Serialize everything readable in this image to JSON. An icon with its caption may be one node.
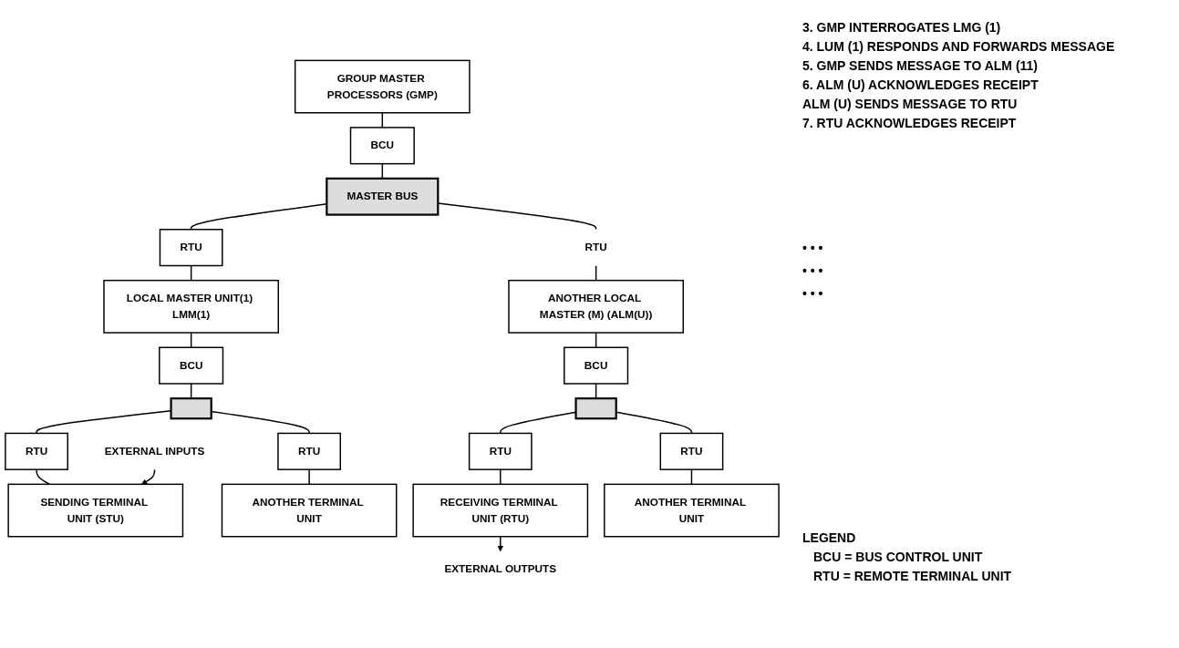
{
  "diagram": {
    "nodes": [
      {
        "text": [
          "GROUP MASTER PROCESSORS (GMP)"
        ]
      },
      {
        "text": [
          "BCU"
        ]
      },
      {
        "text": [
          "MASTER BUS"
        ]
      },
      {
        "text": [
          "RTU"
        ]
      },
      {
        "text": [
          "LOCAL MASTER UNIT(1) LMM(1)"
        ]
      },
      {
        "text": [
          "BCU"
        ]
      },
      {
        "text": [
          "RTU"
        ]
      },
      {
        "text": [
          "ANOTHER LOCAL MASTER (M) (ALM(U))"
        ]
      },
      {
        "text": [
          "BCU"
        ]
      },
      {
        "text": [],
        "shape": "bar"
      },
      {
        "text": [],
        "shape": "bar"
      },
      {
        "text": [
          "RTU"
        ]
      },
      {
        "text": [
          "SENDING TERMINAL UNIT (STU)"
        ]
      },
      {
        "text": [
          "RTU"
        ]
      },
      {
        "text": [
          "ANOTHER TERMINAL UNIT"
        ]
      },
      {
        "text": [
          "RTU"
        ]
      },
      {
        "text": [
          "RECEIVING TERMINAL UNIT (RTU)"
        ]
      },
      {
        "text": [
          "RTU"
        ]
      },
      {
        "text": [
          "ANOTHER TERMINAL UNIT"
        ]
      },
      {
        "text": [
          "EXTERNAL INPUTS"
        ]
      },
      {
        "text": [
          "EXTERNAL OUTPUTS"
        ]
      }
    ],
    "edges": [
      {
        "from": 0,
        "to": 1,
        "arrow": "none"
      },
      {
        "from": 1,
        "to": 2,
        "arrow": "none"
      },
      {
        "from": 2,
        "to": 3,
        "arrow": "none"
      },
      {
        "from": 3,
        "to": 4,
        "arrow": "none"
      },
      {
        "from": 4,
        "to": 5,
        "arrow": "none"
      },
      {
        "from": 5,
        "to": 9,
        "arrow": "none"
      },
      {
        "from": 2,
        "to": 6,
        "arrow": "none"
      },
      {
        "from": 6,
        "to": 7,
        "arrow": "none"
      },
      {
        "from": 7,
        "to": 8,
        "arrow": "none"
      },
      {
        "from": 8,
        "to": 10,
        "arrow": "none"
      },
      {
        "from": 9,
        "to": 11,
        "arrow": "none"
      },
      {
        "from": 11,
        "to": 12,
        "arrow": "none"
      },
      {
        "from": 9,
        "to": 13,
        "arrow": "none"
      },
      {
        "from": 13,
        "to": 14,
        "arrow": "none"
      },
      {
        "from": 10,
        "to": 15,
        "arrow": "none"
      },
      {
        "from": 15,
        "to": 16,
        "arrow": "none"
      },
      {
        "from": 10,
        "to": 17,
        "arrow": "none"
      },
      {
        "from": 17,
        "to": 18,
        "arrow": "none"
      },
      {
        "from": 19,
        "to": 12,
        "arrow": "to"
      },
      {
        "from": 16,
        "to": 20,
        "arrow": "to"
      }
    ],
    "labels": [
      "3. GMP INTERROGATES LMG (1)",
      "4. LUM (1) RESPONDS AND FORWARDS MESSAGE",
      "5. GMP SENDS MESSAGE TO ALM (11)",
      "6. ALM (U) ACKNOWLEDGES RECEIPT",
      "ALM (U) SENDS MESSAGE TO RTU",
      "7. RTU ACKNOWLEDGES RECEIPT",
      "• • •",
      "• • •",
      "• • •",
      "LEGEND"
    ],
    "legend": [
      {
        "text": "BCU = BUS CONTROL UNIT"
      },
      {
        "text": "RTU = REMOTE TERMINAL UNIT"
      }
    ]
  }
}
